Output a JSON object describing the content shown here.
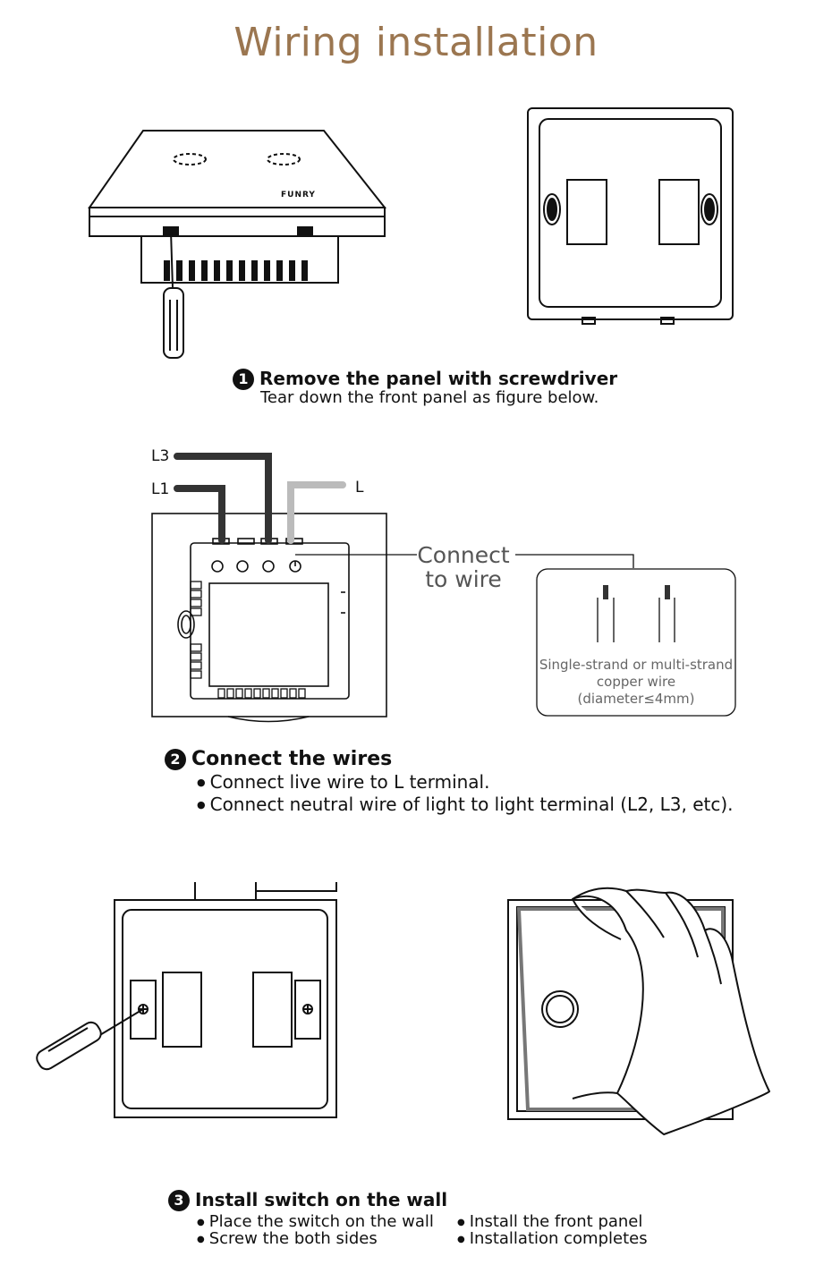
{
  "page_title": "Wiring installation",
  "panel_brand": "FUNRY",
  "step1": {
    "number": "1",
    "title": "Remove the panel with screwdriver",
    "description": "Tear down the front panel as figure below."
  },
  "step2": {
    "number": "2",
    "title": "Connect the wires",
    "bullets": [
      "Connect live wire to L terminal.",
      "Connect neutral wire of light to light terminal (L2, L3, etc)."
    ],
    "wire_labels": {
      "l3": "L3",
      "l1": "L1",
      "l": "L"
    },
    "connect_label": "Connect to wire",
    "wire_note_line1": "Single-strand or multi-strand",
    "wire_note_line2": "copper wire",
    "wire_note_line3": "(diameter≤4mm)"
  },
  "step3": {
    "number": "3",
    "title": "Install switch on the wall",
    "bullets_left": [
      "Place the switch on the wall",
      "Screw the both sides"
    ],
    "bullets_right": [
      "Install the front panel",
      "Installation completes"
    ]
  }
}
